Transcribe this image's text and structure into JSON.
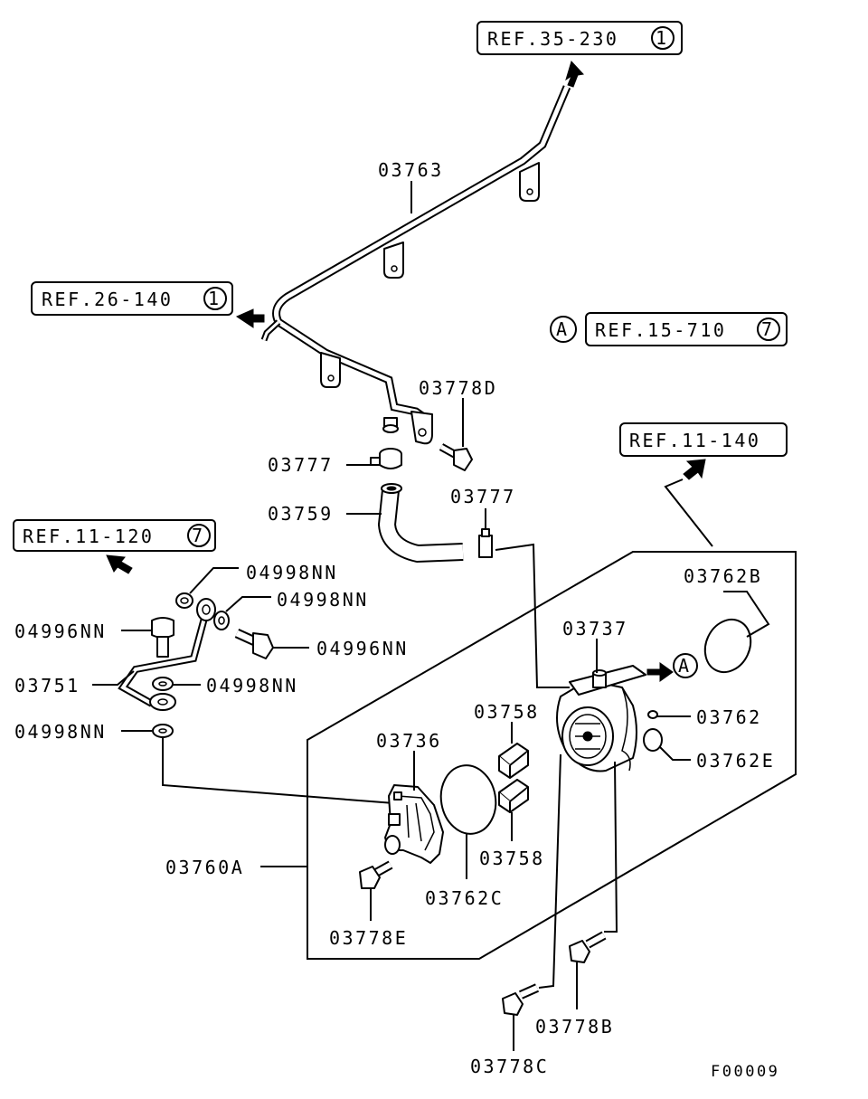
{
  "figure_code": "F00009",
  "references": {
    "ref_35_230": {
      "text": "REF.35-230",
      "circle": "1"
    },
    "ref_26_140": {
      "text": "REF.26-140",
      "circle": "1"
    },
    "ref_15_710": {
      "text": "REF.15-710",
      "circle": "7",
      "marker": "A"
    },
    "ref_11_140": {
      "text": "REF.11-140"
    },
    "ref_11_120": {
      "text": "REF.11-120",
      "circle": "7"
    }
  },
  "connector_marker": "A",
  "parts": {
    "p03763": "03763",
    "p03778D": "03778D",
    "p03777a": "03777",
    "p03777b": "03777",
    "p03759": "03759",
    "p04998NN_a": "04998NN",
    "p04998NN_b": "04998NN",
    "p04998NN_c": "04998NN",
    "p04998NN_d": "04998NN",
    "p04996NN_a": "04996NN",
    "p04996NN_b": "04996NN",
    "p03751": "03751",
    "p03762B": "03762B",
    "p03737": "03737",
    "p03758a": "03758",
    "p03758b": "03758",
    "p03762": "03762",
    "p03762E": "03762E",
    "p03736": "03736",
    "p03760A": "03760A",
    "p03762C": "03762C",
    "p03778E": "03778E",
    "p03778B": "03778B",
    "p03778C": "03778C"
  }
}
